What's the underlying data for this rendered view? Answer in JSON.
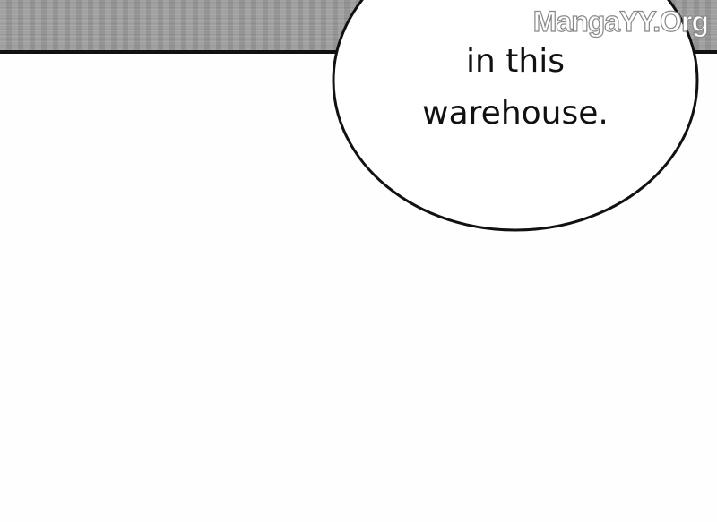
{
  "bubble": {
    "line1": "in this",
    "line2": "warehouse."
  },
  "watermark": "MangaYY.Org",
  "colors": {
    "panel_gray": "#9a9a9a",
    "border": "#111111",
    "background": "#fefefe"
  }
}
